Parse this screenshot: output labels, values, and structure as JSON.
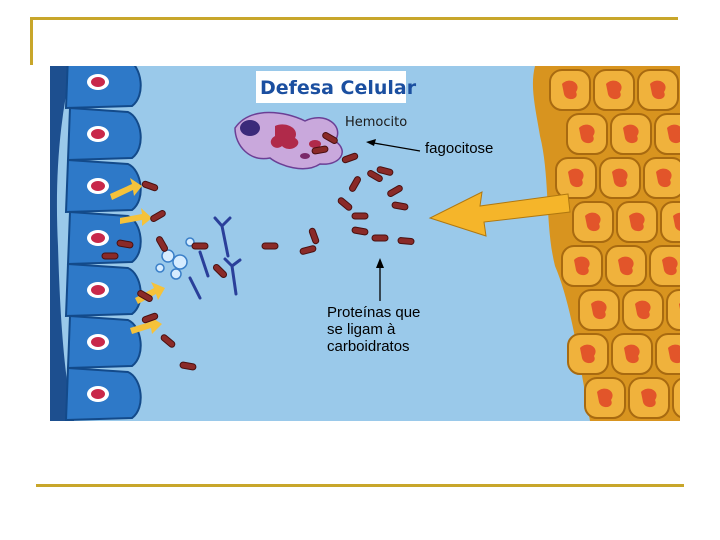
{
  "slide": {
    "accent_color": "#c8a62a"
  },
  "illustration": {
    "title": "Defesa Celular",
    "hemocito_label": "Hemocito",
    "background_color": "#9ac9ea",
    "epithelium_color": "#2e79c8",
    "tissue_color": "#f0b23c",
    "arrow_color": "#f5b52a"
  },
  "labels": {
    "fagocitose": "fagocitose",
    "proteinas": [
      "Proteínas que",
      "se ligam à",
      "carboidratos"
    ]
  }
}
